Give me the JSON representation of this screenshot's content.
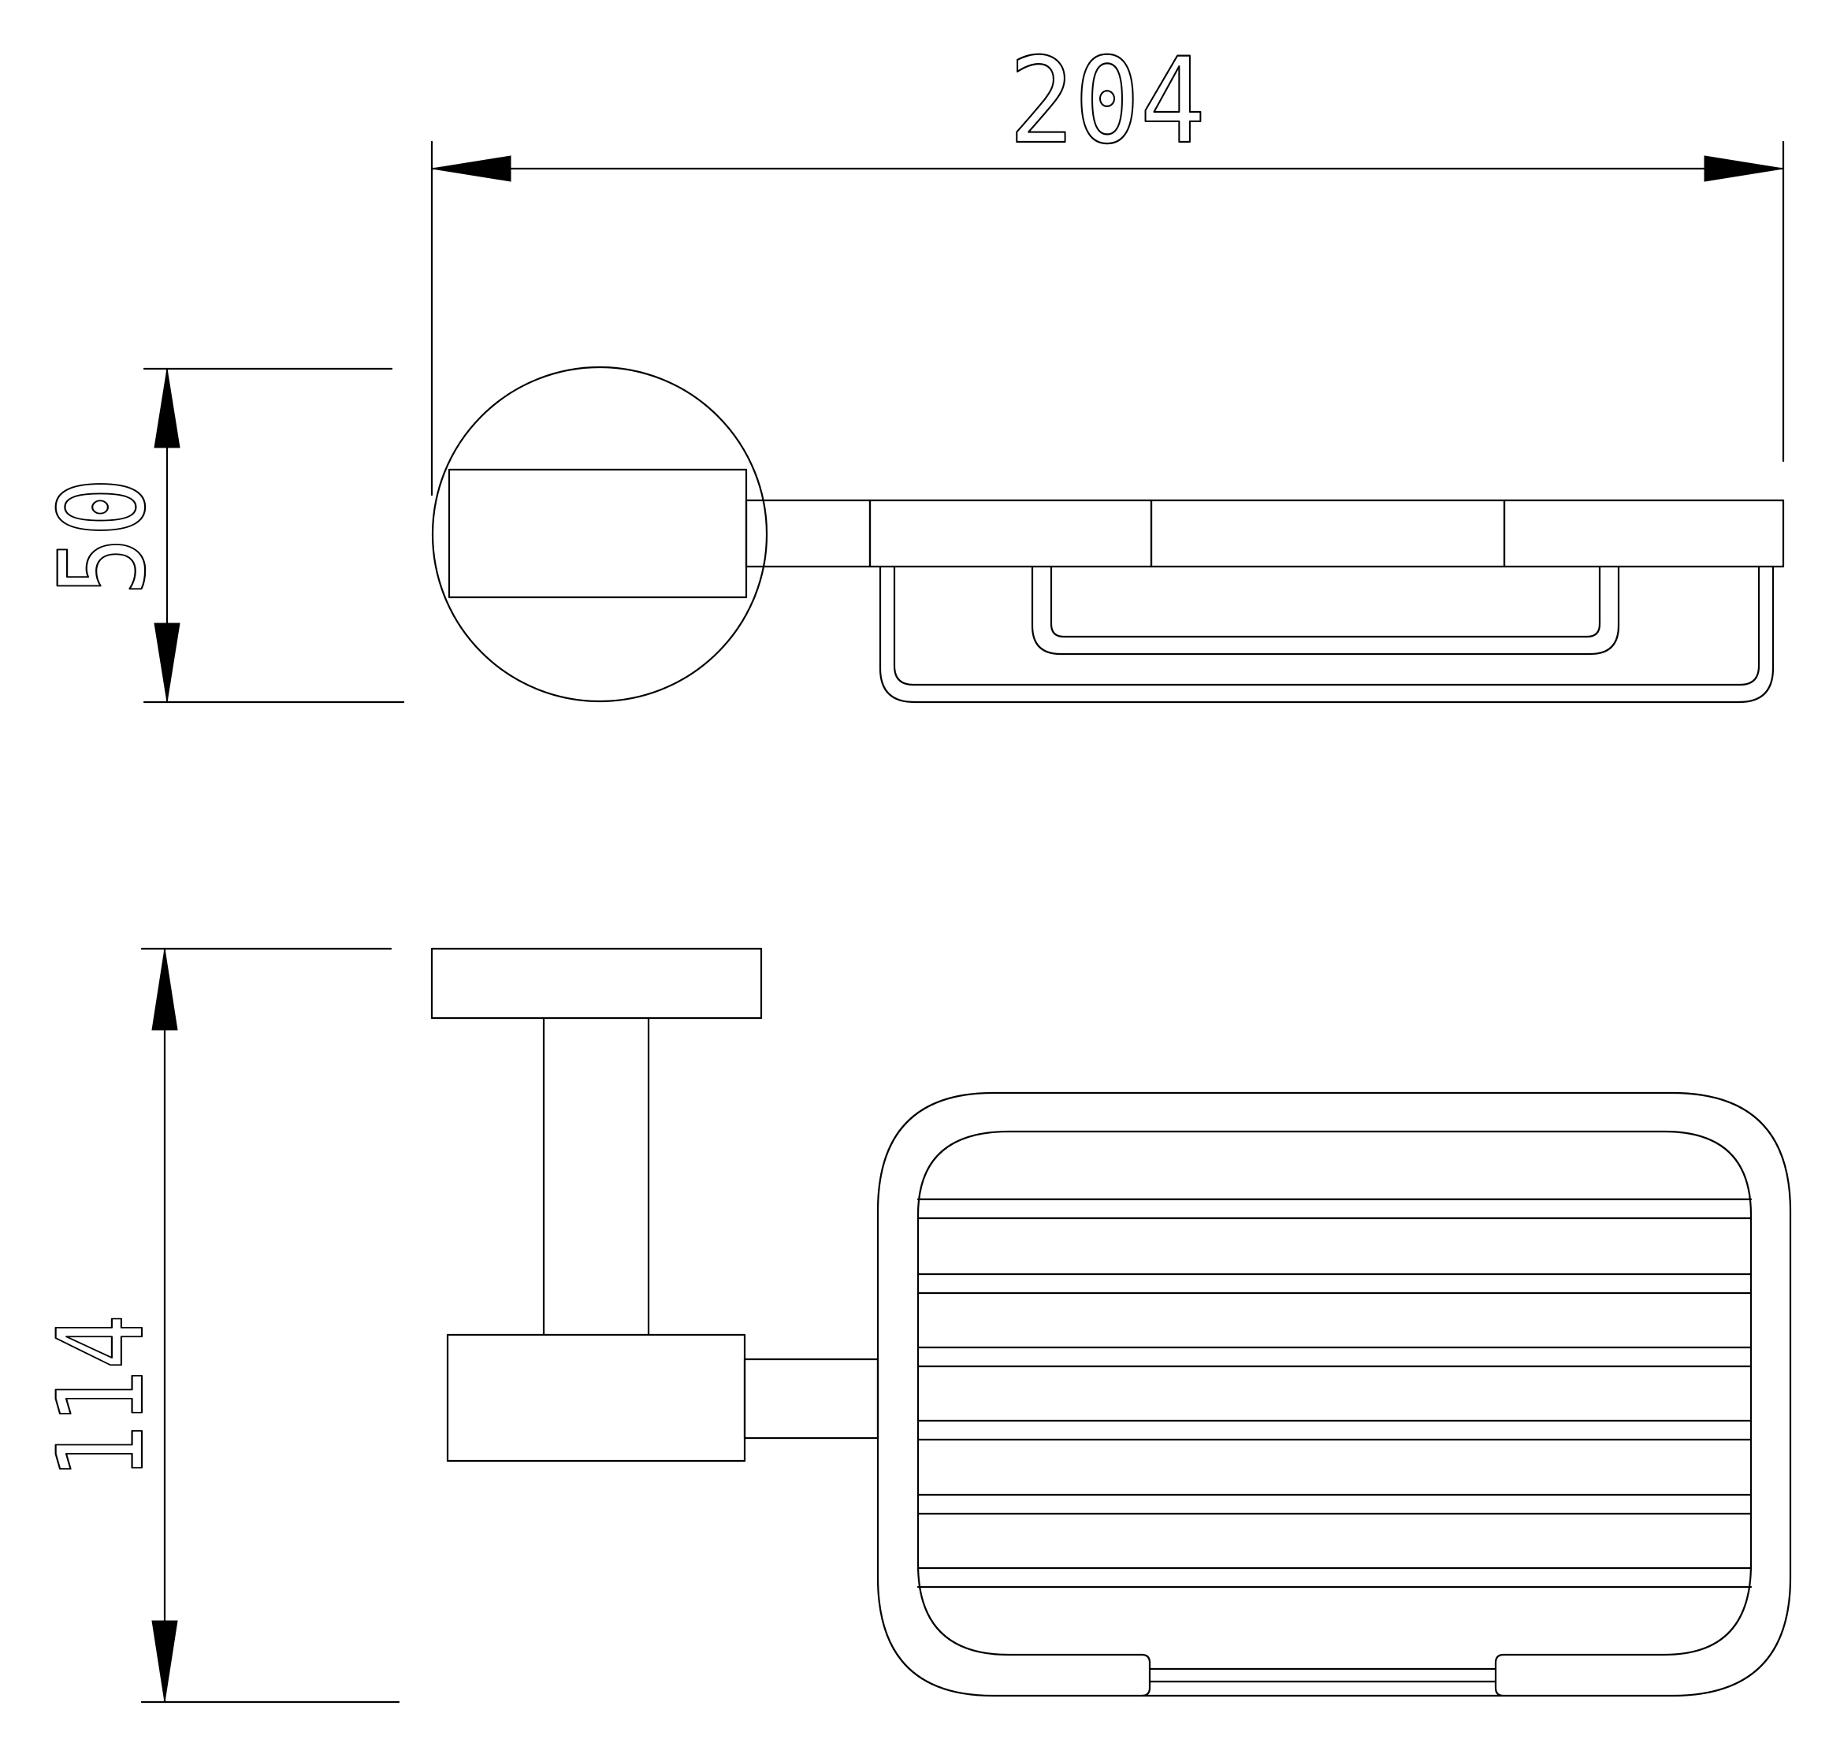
{
  "dimensions": {
    "width": "204",
    "depth": "50",
    "height": "114"
  },
  "colors": {
    "line": "#000000",
    "background": "#ffffff"
  }
}
